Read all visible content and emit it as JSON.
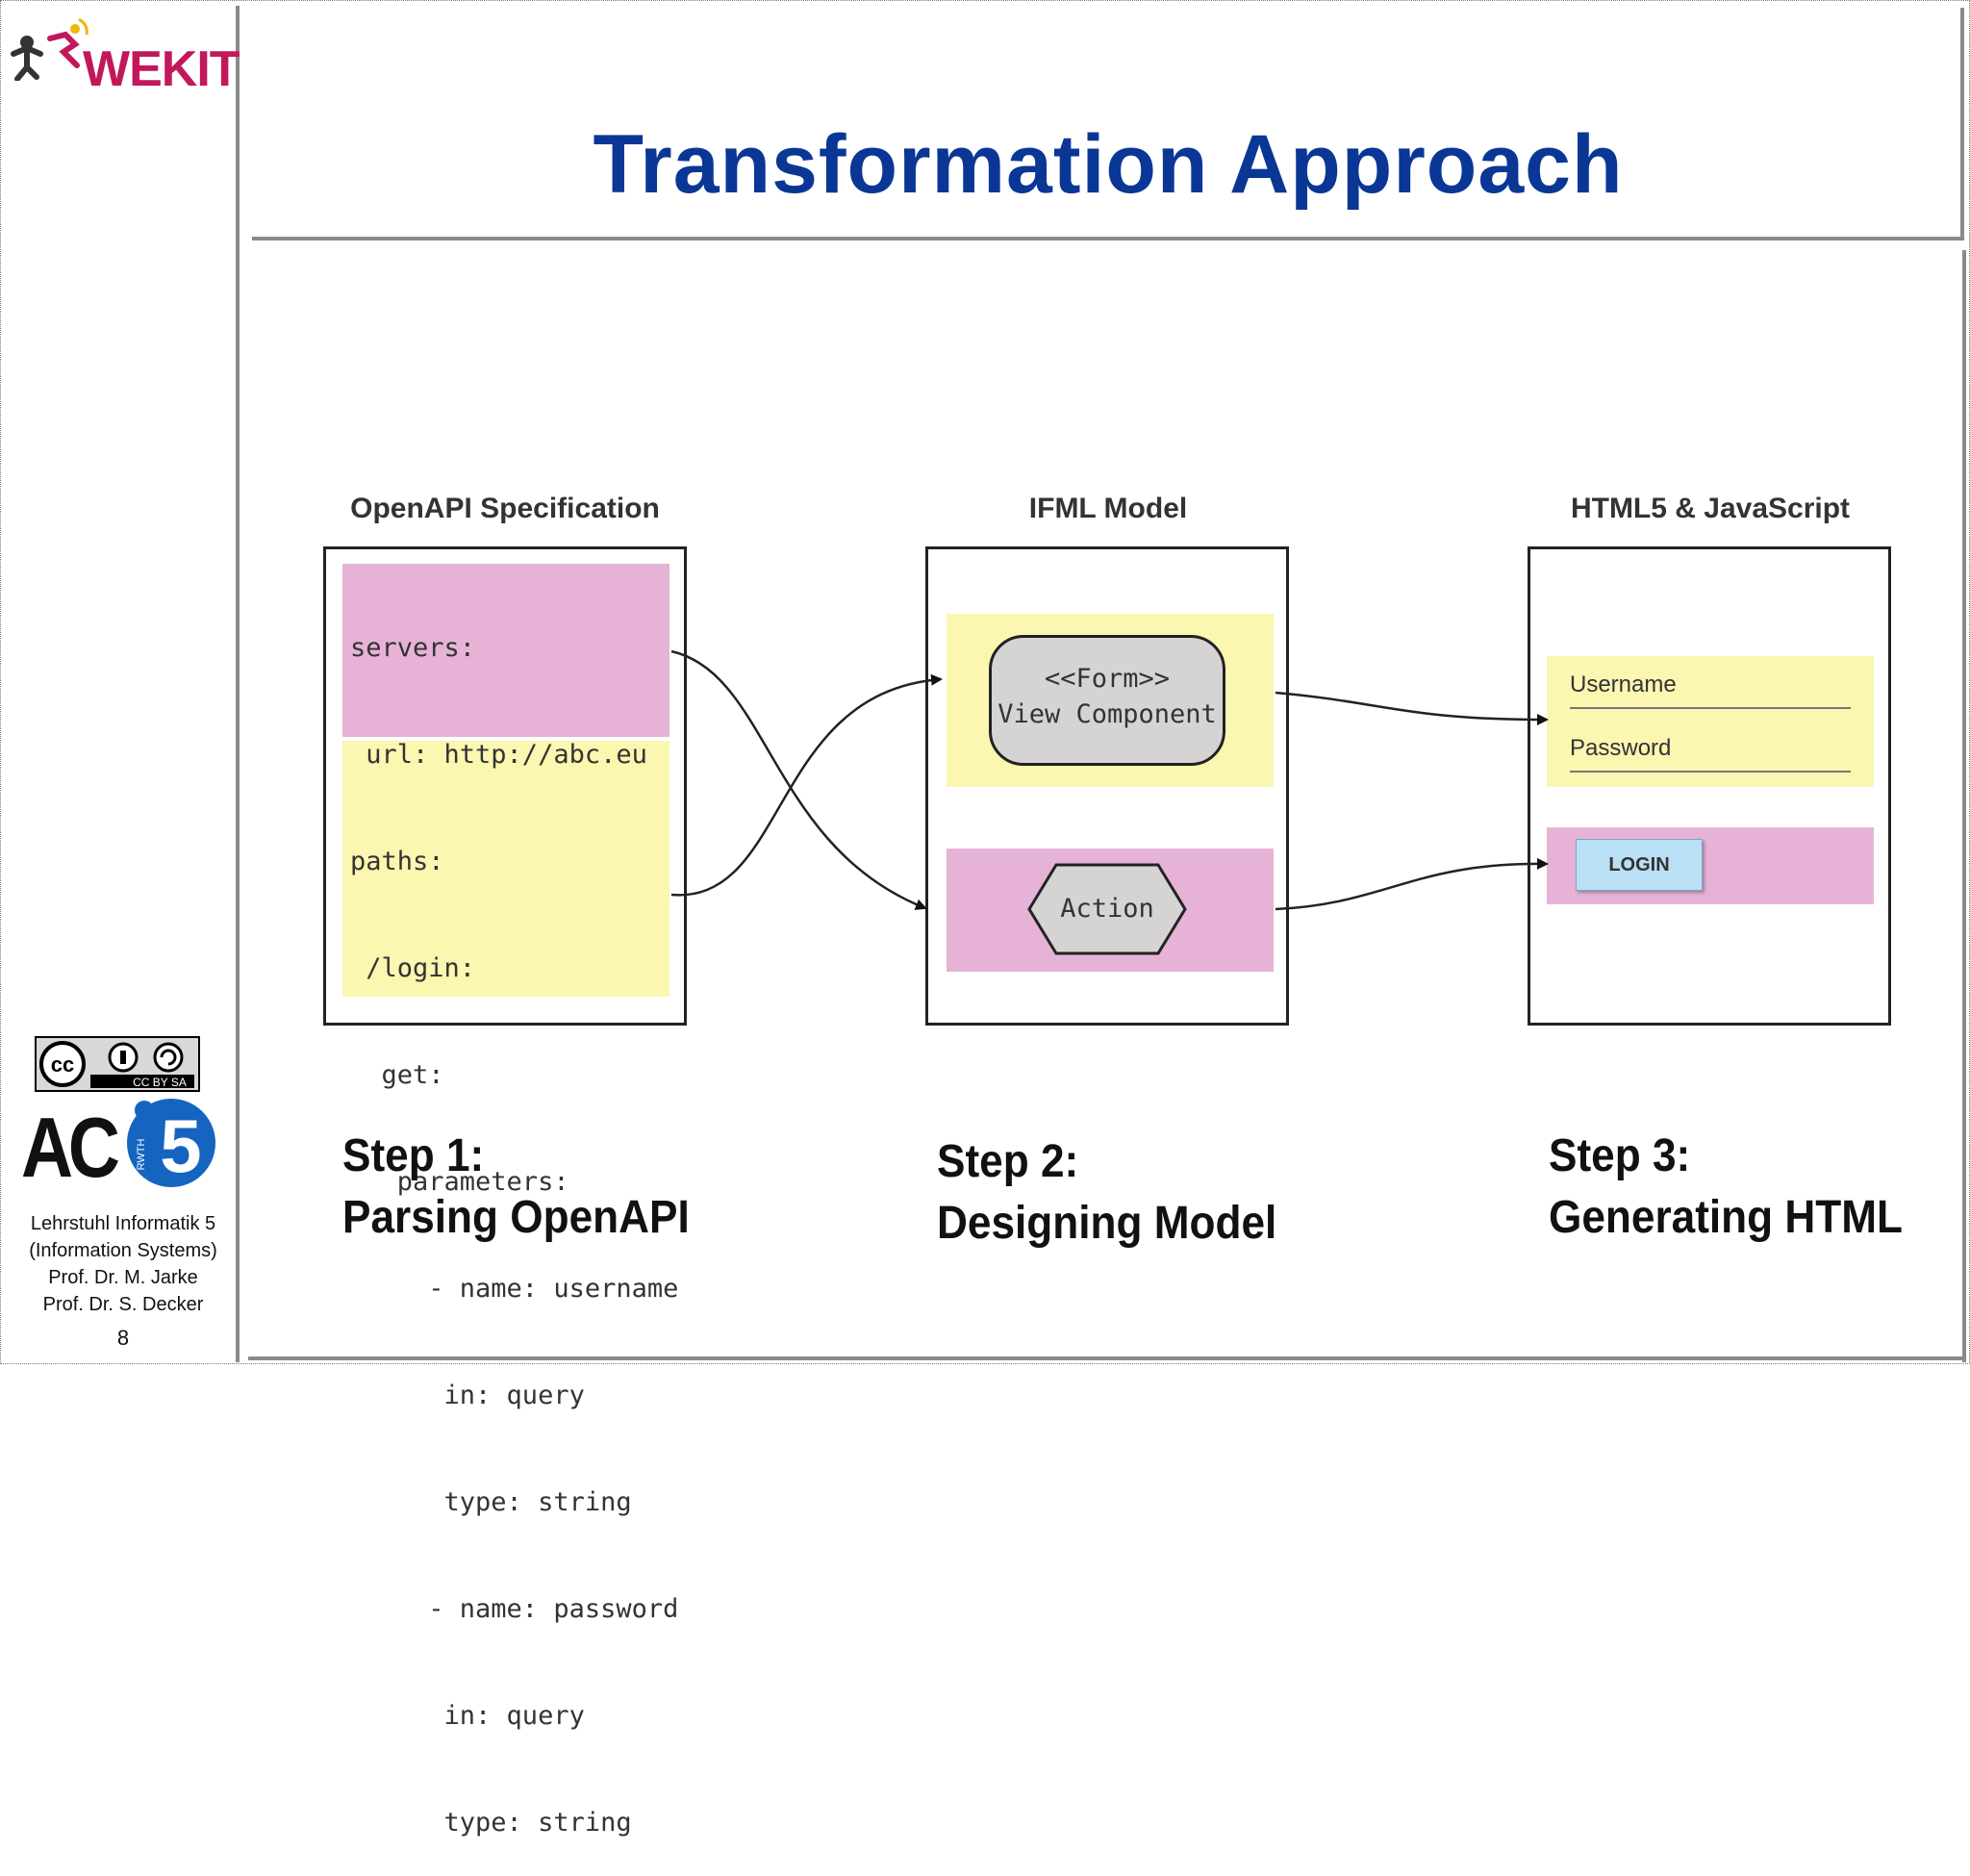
{
  "slide": {
    "title": "Transformation Approach",
    "page_number": "8"
  },
  "sidebar": {
    "logo_text": "WEKIT",
    "license": "CC BY SA",
    "ac5_text": "AC",
    "ac5_number": "5",
    "ac5_small": "RWTH",
    "lines": [
      "Lehrstuhl Informatik 5",
      "(Information Systems)",
      "Prof. Dr. M. Jarke",
      "Prof. Dr. S. Decker"
    ]
  },
  "columns": [
    {
      "heading": "OpenAPI Specification",
      "step_label": "Step 1:",
      "step_text": "Parsing OpenAPI"
    },
    {
      "heading": "IFML Model",
      "step_label": "Step 2:",
      "step_text": "Designing Model"
    },
    {
      "heading": "HTML5 & JavaScript",
      "step_label": "Step 3:",
      "step_text": "Generating HTML"
    }
  ],
  "openapi": {
    "pink_lines": [
      "servers:",
      " url: http://abc.eu",
      "paths:",
      " /login:",
      "  get:"
    ],
    "yellow_lines": [
      "   parameters:",
      "     - name: username",
      "      in: query",
      "      type: string",
      "     - name: password",
      "      in: query",
      "      type: string"
    ]
  },
  "ifml": {
    "form_line1": "<<Form>>",
    "form_line2": "View Component",
    "action": "Action"
  },
  "html_ui": {
    "username": "Username",
    "password": "Password",
    "login": "LOGIN"
  },
  "colors": {
    "title": "#0a3796",
    "pink": "#e6b3d6",
    "yellow": "#fbf6b0",
    "button": "#b9e0f4"
  }
}
